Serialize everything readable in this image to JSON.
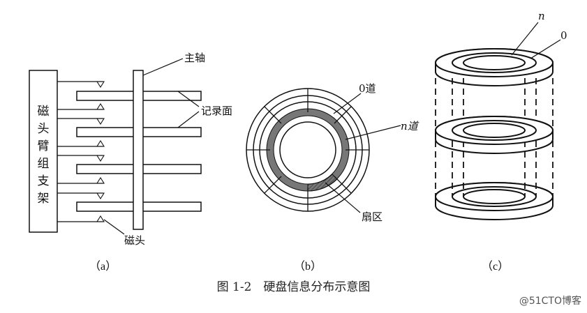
{
  "panel_a": {
    "arm_label": "磁头臂组支架",
    "arm_chars": [
      "磁",
      "头",
      "臂",
      "组",
      "支",
      "架"
    ],
    "spindle_label": "主轴",
    "surface_label": "记录面",
    "head_label": "磁头",
    "sub_label": "（a）"
  },
  "panel_b": {
    "track0_label": "0道",
    "trackn_label": "n道",
    "sector_label": "扇区",
    "sub_label": "（b）"
  },
  "panel_c": {
    "n_label": "n",
    "zero_label": "0",
    "sub_label": "（c）"
  },
  "caption": "图 1-2　硬盘信息分布示意图",
  "watermark": "@51CTO博客"
}
